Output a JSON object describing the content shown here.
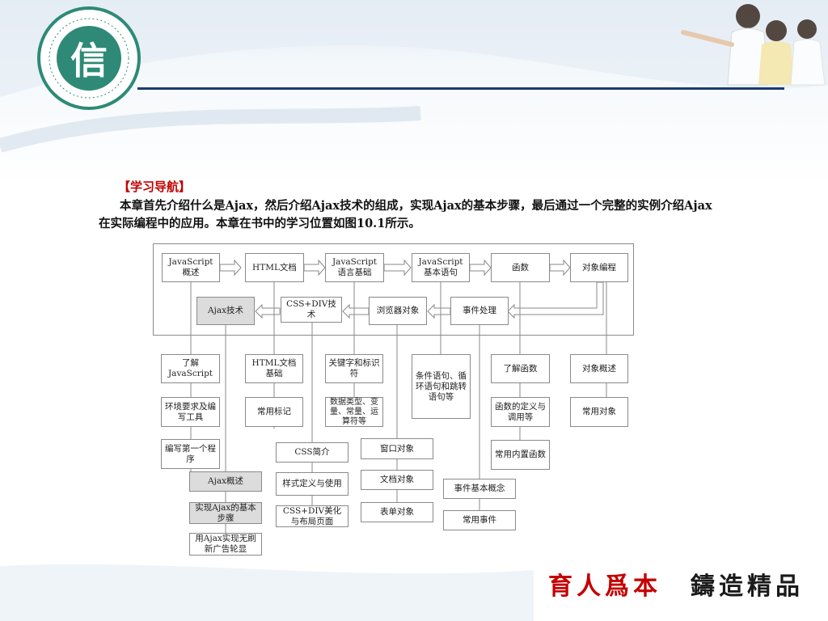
{
  "logo": {
    "glyph": "信"
  },
  "header": {
    "title": "【学习导航】"
  },
  "intro": {
    "text": "本章首先介绍什么是Ajax，然后介绍Ajax技术的组成，实现Ajax的基本步骤，最后通过一个完整的实例介绍Ajax在实际编程中的应用。本章在书中的学习位置如图10.1所示。"
  },
  "slogan": {
    "part1": "育人爲本",
    "part2": "鑄造精品"
  },
  "diagram": {
    "row1": {
      "js_overview": "JavaScript概述",
      "html_doc": "HTML文档",
      "js_basics": "JavaScript语言基础",
      "js_statements": "JavaScript基本语句",
      "functions": "函数",
      "oop": "对象编程"
    },
    "row2": {
      "ajax_tech": "Ajax技术",
      "css_div": "CSS+DIV技术",
      "browser_obj": "浏览器对象",
      "events": "事件处理"
    },
    "details": {
      "know_js": "了解JavaScript",
      "env_tools": "环境要求及编写工具",
      "first_prog": "编写第一个程序",
      "html_basics": "HTML文档基础",
      "common_tags": "常用标记",
      "keywords": "关键字和标识符",
      "data_types": "数据类型、变量、常量、运算符等",
      "cond_loop": "条件语句、循环语句和跳转语句等",
      "know_func": "了解函数",
      "func_def": "函数的定义与调用等",
      "builtin_func": "常用内置函数",
      "obj_overview": "对象概述",
      "common_obj": "常用对象",
      "css_intro": "CSS简介",
      "style_def": "样式定义与使用",
      "css_layout": "CSS+DIV美化与布局页面",
      "window_obj": "窗口对象",
      "doc_obj": "文档对象",
      "form_obj": "表单对象",
      "event_concept": "事件基本概念",
      "common_events": "常用事件",
      "ajax_overview": "Ajax概述",
      "ajax_steps": "实现Ajax的基本步骤",
      "ajax_ads": "用Ajax实现无刷新广告轮显"
    }
  },
  "colors": {
    "accent": "#c00000",
    "teal": "#2e8a76",
    "navy": "#1b3b6e"
  }
}
